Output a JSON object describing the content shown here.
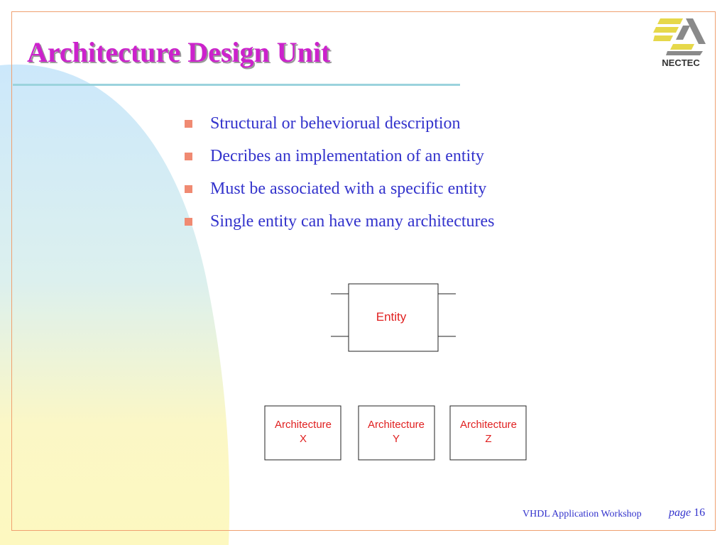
{
  "slide": {
    "title": "Architecture Design Unit",
    "logo_text": "NECTEC",
    "bullets": [
      "Structural or beheviorual description",
      "Decribes an implementation of an entity",
      "Must be associated with a specific entity",
      "Single entity can have many architectures"
    ],
    "diagram": {
      "entity_label": "Entity",
      "architectures": [
        {
          "line1": "Architecture",
          "line2": "X"
        },
        {
          "line1": "Architecture",
          "line2": "Y"
        },
        {
          "line1": "Architecture",
          "line2": "Z"
        }
      ]
    },
    "footer": {
      "workshop": "VHDL Application Workshop",
      "page_word": "page",
      "page_number": "16"
    }
  },
  "colors": {
    "title": "#cc22cc",
    "body_text": "#3333cc",
    "bullet": "#f08a72",
    "diagram_text": "#e02020",
    "frame": "#f0a070",
    "title_rule": "#9bd3dd",
    "logo_yellow": "#e6d84a",
    "logo_gray": "#8a8a8a"
  },
  "icons": {
    "bullet": "square-bullet-icon",
    "logo": "nectec-logo-icon"
  }
}
